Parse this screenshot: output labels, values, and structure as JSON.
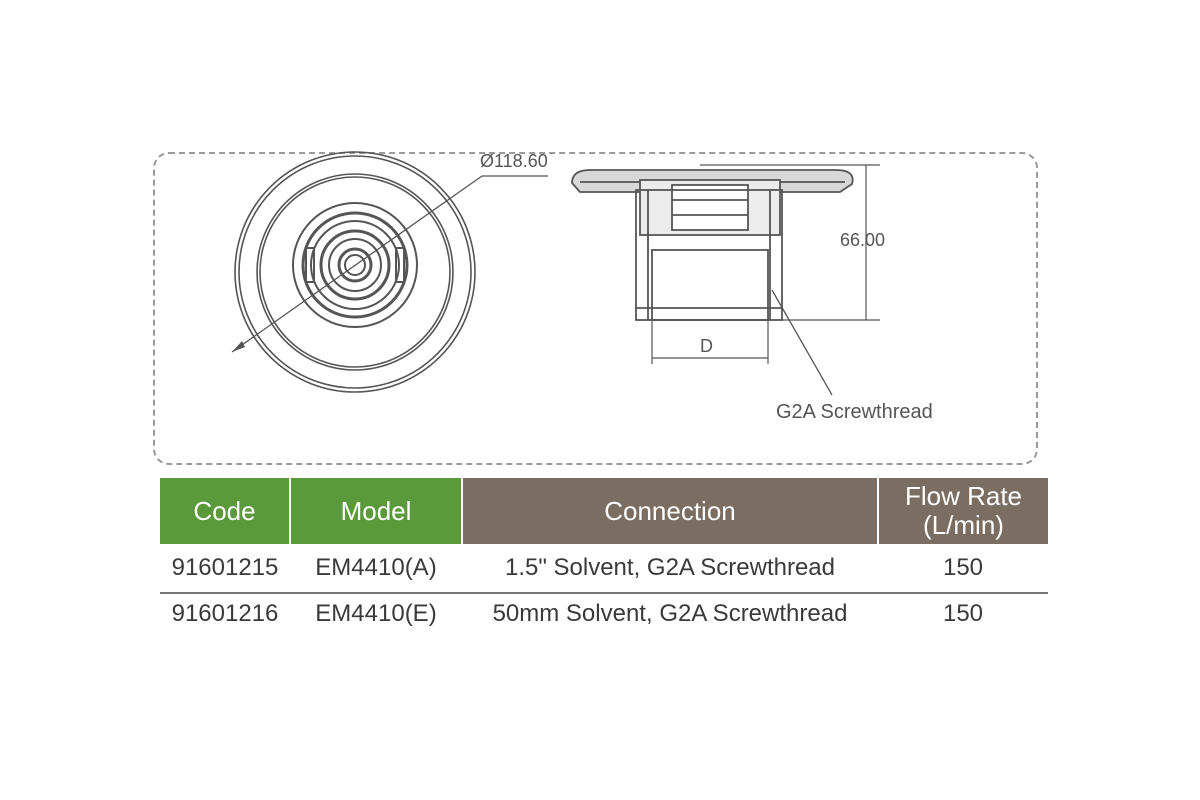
{
  "drawing": {
    "diameter_label": "Ø118.60",
    "height_label": "66.00",
    "d_label": "D",
    "thread_label": "G2A Screwthread"
  },
  "table": {
    "headers": {
      "code": "Code",
      "model": "Model",
      "connection": "Connection",
      "flow_rate_line1": "Flow Rate",
      "flow_rate_line2": "(L/min)"
    },
    "rows": [
      {
        "code": "91601215",
        "model": "EM4410(A)",
        "connection": "1.5\" Solvent, G2A Screwthread",
        "flow_rate": "150"
      },
      {
        "code": "91601216",
        "model": "EM4410(E)",
        "connection": "50mm Solvent, G2A Screwthread",
        "flow_rate": "150"
      }
    ],
    "colors": {
      "green": "#5b9a3b",
      "brown": "#7a6e62"
    }
  }
}
